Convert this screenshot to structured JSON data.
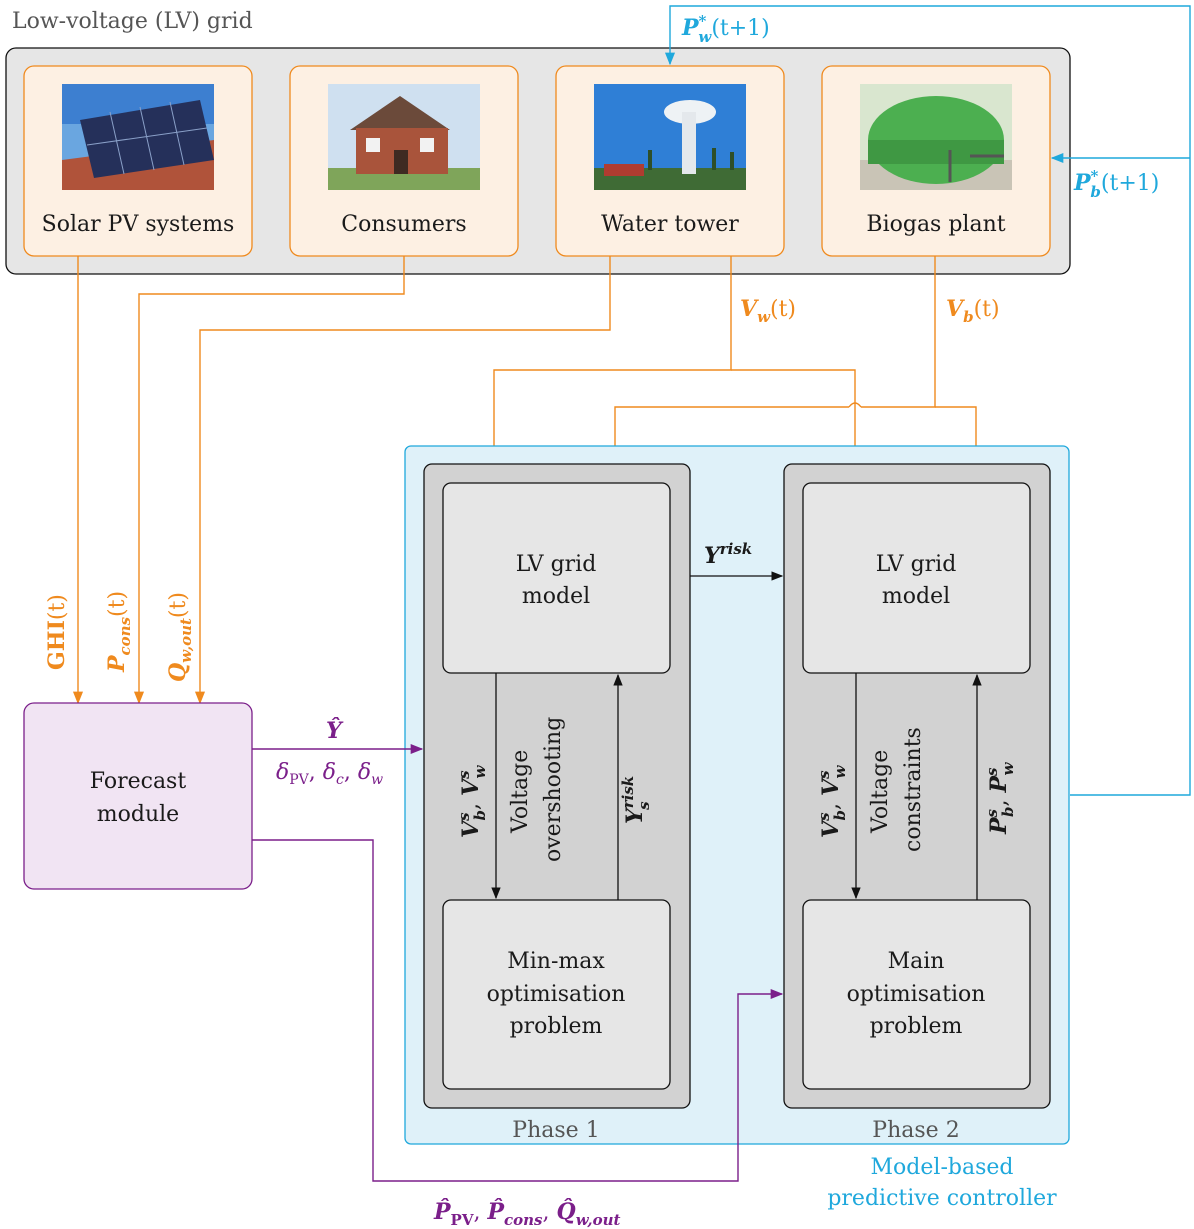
{
  "grid": {
    "title": "Low-voltage (LV) grid",
    "components": [
      {
        "label": "Solar PV systems",
        "image": "solar-panel-roof"
      },
      {
        "label": "Consumers",
        "image": "brick-house"
      },
      {
        "label": "Water tower",
        "image": "water-tower"
      },
      {
        "label": "Biogas plant",
        "image": "biogas-dome"
      }
    ]
  },
  "signals": {
    "pw_setpoint": {
      "base": "P",
      "sub": "w",
      "sup": "*",
      "tail": "(t+1)"
    },
    "pb_setpoint": {
      "base": "P",
      "sub": "b",
      "sup": "*",
      "tail": "(t+1)"
    },
    "vw": {
      "base": "V",
      "sub": "w",
      "tail": "(t)"
    },
    "vb": {
      "base": "V",
      "sub": "b",
      "tail": "(t)"
    },
    "ghi": {
      "base": "GHI",
      "tail": "(t)"
    },
    "pcons": {
      "base": "P",
      "sub": "cons",
      "tail": "(t)"
    },
    "qwout": {
      "base": "Q",
      "sub": "w,out",
      "tail": "(t)"
    },
    "y_hat": "Ŷ",
    "deltas": {
      "d1": "δ",
      "d1sub": "PV",
      "d2": "δ",
      "d2sub": "c",
      "d3": "δ",
      "d3sub": "w"
    },
    "forecasts": {
      "p1": "P̂",
      "p1sub": "PV",
      "p2": "P̂",
      "p2sub": "cons",
      "p3": "Q̂",
      "p3sub": "w,out"
    },
    "y_risk": {
      "base": "Y",
      "sup": "risk"
    }
  },
  "forecast_module": {
    "line1": "Forecast",
    "line2": "module"
  },
  "phase1": {
    "label": "Phase 1",
    "model": {
      "line1": "LV grid",
      "line2": "model"
    },
    "optim": {
      "line1": "Min-max",
      "line2": "optimisation",
      "line3": "problem"
    },
    "down_label": {
      "a": "V",
      "a_sub": "b",
      "a_sup": "s",
      "b": "V",
      "b_sub": "w",
      "b_sup": "s"
    },
    "mid_label": {
      "line1": "Voltage",
      "line2": "overshooting"
    },
    "up_label": {
      "base": "Y",
      "sub": "s",
      "sup": "risk"
    }
  },
  "phase2": {
    "label": "Phase 2",
    "model": {
      "line1": "LV grid",
      "line2": "model"
    },
    "optim": {
      "line1": "Main",
      "line2": "optimisation",
      "line3": "problem"
    },
    "down_label": {
      "a": "V",
      "a_sub": "b",
      "a_sup": "s",
      "b": "V",
      "b_sub": "w",
      "b_sup": "s"
    },
    "mid_label": {
      "line1": "Voltage",
      "line2": "constraints"
    },
    "up_label": {
      "a": "P",
      "a_sub": "b",
      "a_sup": "s",
      "b": "P",
      "b_sub": "w",
      "b_sup": "s"
    }
  },
  "controller": {
    "line1": "Model-based",
    "line2": "predictive controller"
  },
  "colors": {
    "orange": "#ef8a1e",
    "cyan": "#1fa8dc",
    "purple": "#7b1f8a",
    "grid_bg": "#e6e6e6",
    "component_bg": "#fdf0e3",
    "controller_bg": "#dff1f9",
    "forecast_bg": "#f1e4f3"
  }
}
